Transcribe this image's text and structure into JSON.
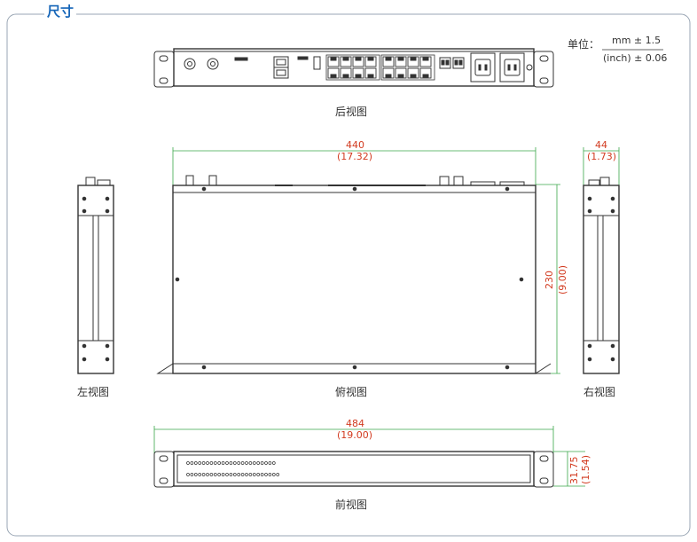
{
  "section_title": "尺寸",
  "legend": {
    "label": "单位：",
    "numerator": "mm ± 1.5",
    "denominator": "(inch) ± 0.06"
  },
  "views": {
    "rear": "后视图",
    "left": "左视图",
    "top": "俯视图",
    "right": "右视图",
    "front": "前视图"
  },
  "dimensions": {
    "width_mm": "440",
    "width_in": "(17.32)",
    "depth_mm": "230",
    "depth_in": "(9.00)",
    "side_mm": "44",
    "side_in": "(1.73)",
    "overall_mm": "484",
    "overall_in": "(19.00)",
    "height_mm": "31.75",
    "height_in": "(1.54)"
  },
  "colors": {
    "title": "#1565b8",
    "dimension": "#d23a1f",
    "frame": "#9aa6b4",
    "dimline": "#3aa64a",
    "line": "#333333"
  }
}
